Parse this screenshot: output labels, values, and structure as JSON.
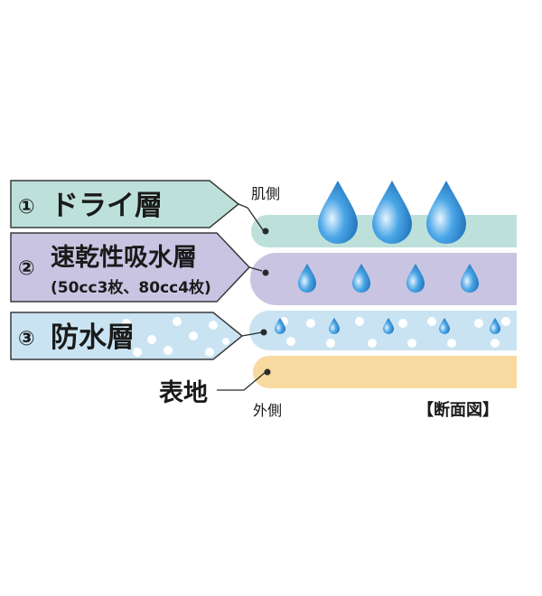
{
  "labels": {
    "skin_side": "肌側",
    "outer_side": "外側",
    "caption": "【断面図】",
    "outer_fabric": "表地"
  },
  "layers": [
    {
      "number": "①",
      "name": "ドライ層",
      "sub": "",
      "color": "#bde0da",
      "tag_color": "#bde0da"
    },
    {
      "number": "②",
      "name": "速乾性吸水層",
      "sub": "(50cc3枚、80cc4枚)",
      "color": "#c8c4e2",
      "tag_color": "#c8c4e2"
    },
    {
      "number": "③",
      "name": "防水層",
      "sub": "",
      "color": "#c9e3f2",
      "tag_color": "#c9e3f2"
    },
    {
      "number": "",
      "name": "表地",
      "sub": "",
      "color": "#f8d9a0",
      "tag_color": ""
    }
  ],
  "colors": {
    "drop_light": "#dff0ff",
    "drop_mid": "#4aa6e6",
    "drop_dark": "#1f6fb8",
    "outline": "#3a3a3a",
    "leader_dot": "#2a2a2a"
  }
}
